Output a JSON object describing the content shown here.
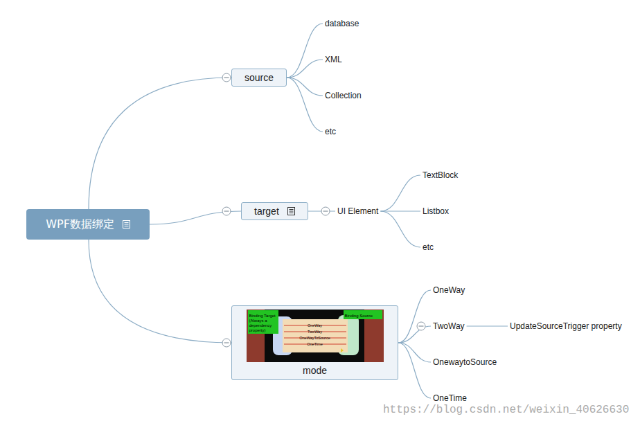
{
  "diagram": {
    "nodes": [
      {
        "text": [
          "WPF数据绑定"
        ]
      },
      {
        "text": [
          "source"
        ]
      },
      {
        "text": [
          "database"
        ]
      },
      {
        "text": [
          "XML"
        ]
      },
      {
        "text": [
          "Collection"
        ]
      },
      {
        "text": [
          "etc"
        ]
      },
      {
        "text": [
          "target"
        ]
      },
      {
        "text": [
          "UI Element"
        ]
      },
      {
        "text": [
          "TextBlock"
        ]
      },
      {
        "text": [
          "Listbox"
        ]
      },
      {
        "text": [
          "etc"
        ]
      },
      {
        "text": [
          "mode"
        ]
      },
      {
        "text": [
          "OneWay"
        ]
      },
      {
        "text": [
          "TwoWay"
        ]
      },
      {
        "text": [
          "UpdateSourceTrigger property"
        ]
      },
      {
        "text": [
          "OnewaytoSource"
        ]
      },
      {
        "text": [
          "OneTime"
        ]
      }
    ],
    "edges": [
      {
        "from": 0,
        "to": 1,
        "arrow": "none"
      },
      {
        "from": 1,
        "to": 2,
        "arrow": "none"
      },
      {
        "from": 1,
        "to": 3,
        "arrow": "none"
      },
      {
        "from": 1,
        "to": 4,
        "arrow": "none"
      },
      {
        "from": 1,
        "to": 5,
        "arrow": "none"
      },
      {
        "from": 0,
        "to": 6,
        "arrow": "none"
      },
      {
        "from": 6,
        "to": 7,
        "arrow": "none"
      },
      {
        "from": 7,
        "to": 8,
        "arrow": "none"
      },
      {
        "from": 7,
        "to": 9,
        "arrow": "none"
      },
      {
        "from": 7,
        "to": 10,
        "arrow": "none"
      },
      {
        "from": 0,
        "to": 11,
        "arrow": "none"
      },
      {
        "from": 11,
        "to": 12,
        "arrow": "none"
      },
      {
        "from": 11,
        "to": 13,
        "arrow": "none"
      },
      {
        "from": 13,
        "to": 14,
        "arrow": "none"
      },
      {
        "from": 11,
        "to": 15,
        "arrow": "none"
      },
      {
        "from": 11,
        "to": 16,
        "arrow": "none"
      }
    ],
    "labels": [
      "Binding Target (Always a dependency property)",
      "Binding Source",
      "OneWay",
      "TwoWay",
      "OneWayToSource",
      "OneTime",
      "https://blog.csdn.net/weixin_40626630"
    ]
  }
}
